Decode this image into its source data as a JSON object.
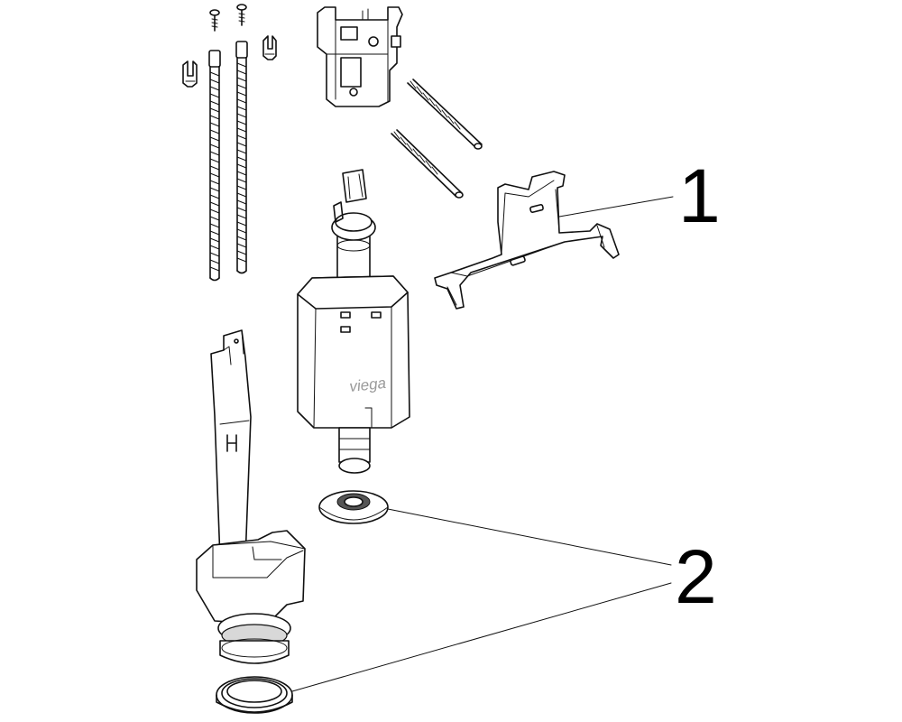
{
  "callouts": [
    {
      "id": "1",
      "label": "1"
    },
    {
      "id": "2",
      "label": "2"
    }
  ],
  "brand_text": "viega",
  "colors": {
    "line": "#111111",
    "background": "#ffffff",
    "brand_grey": "#9a9a9a"
  }
}
